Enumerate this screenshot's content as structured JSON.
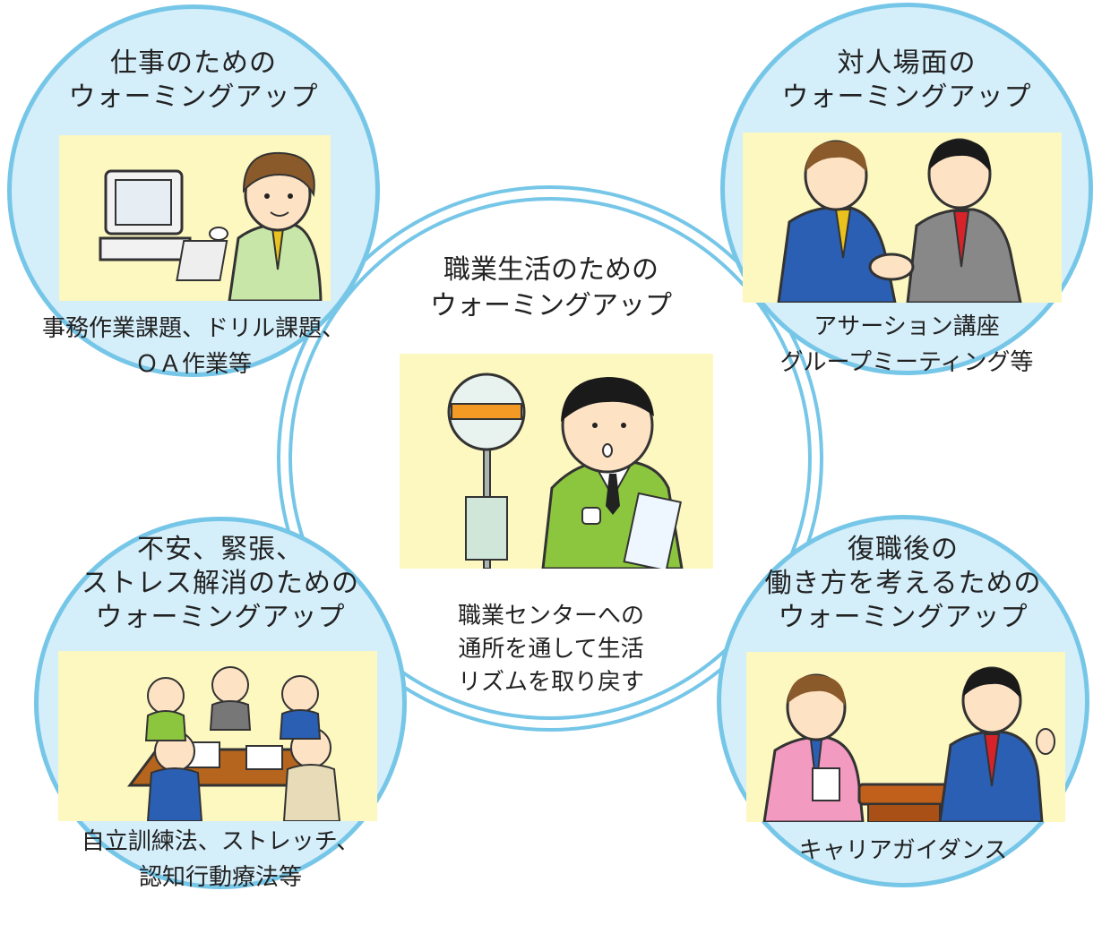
{
  "center": {
    "title_lines": [
      "職業生活のための",
      "ウォーミングアップ"
    ],
    "caption_lines": [
      "職業センターへの",
      "通所を通して生活",
      "リズムを取り戻す"
    ]
  },
  "bubbles": [
    {
      "title_lines": [
        "仕事のための",
        "ウォーミングアップ"
      ],
      "caption_lines": [
        "事務作業課題、ドリル課題、",
        "ＯＡ作業等"
      ]
    },
    {
      "title_lines": [
        "対人場面の",
        "ウォーミングアップ"
      ],
      "caption_lines": [
        "アサーション講座",
        "グループミーティング等"
      ]
    },
    {
      "title_lines": [
        "不安、緊張、",
        "ストレス解消のための",
        "ウォーミングアップ"
      ],
      "caption_lines": [
        "自立訓練法、ストレッチ、",
        "認知行動療法等"
      ]
    },
    {
      "title_lines": [
        "復職後の",
        "働き方を考えるための",
        "ウォーミングアップ"
      ],
      "caption_lines": [
        "キャリアガイダンス"
      ]
    }
  ],
  "colors": {
    "bubble_fill": "#d4eefa",
    "bubble_border": "#76c6e8",
    "illustration_bg": "#fdf7c0"
  },
  "icons": [
    "computer-worker-illustration",
    "handshake-illustration",
    "bus-stop-illustration",
    "group-meeting-illustration",
    "career-guidance-illustration"
  ]
}
